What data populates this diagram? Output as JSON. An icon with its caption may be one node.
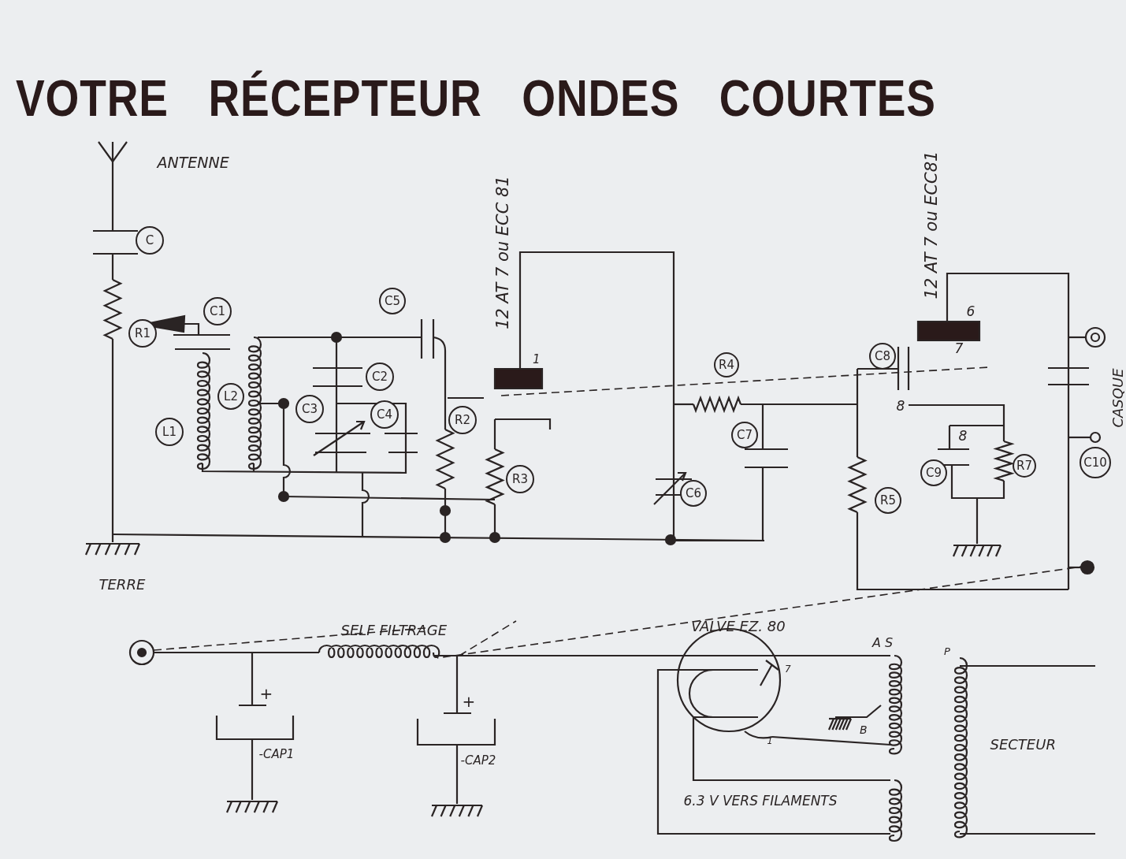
{
  "diagram": {
    "title": "VOTRE RÉCEPTEUR ONDES COURTES",
    "nodes": [
      {
        "text": [
          "C"
        ]
      },
      {
        "text": [
          "C1"
        ]
      },
      {
        "text": [
          "R1"
        ]
      },
      {
        "text": [
          "C5"
        ]
      },
      {
        "text": [
          "L2"
        ]
      },
      {
        "text": [
          "C2"
        ]
      },
      {
        "text": [
          "C3"
        ]
      },
      {
        "text": [
          "C4"
        ]
      },
      {
        "text": [
          "R2"
        ]
      },
      {
        "text": [
          "L1"
        ]
      },
      {
        "text": [
          "R3"
        ]
      },
      {
        "text": [
          "R4"
        ]
      },
      {
        "text": [
          "C8"
        ]
      },
      {
        "text": [
          "C7"
        ]
      },
      {
        "text": [
          "C6"
        ]
      },
      {
        "text": [
          "R7"
        ]
      },
      {
        "text": [
          "C9"
        ]
      },
      {
        "text": [
          "R5"
        ]
      },
      {
        "text": [
          "C10"
        ]
      }
    ],
    "labels": [
      "ANTENNE",
      "12 AT 7 ou ECC 81",
      "1",
      "12 AT 7 ou ECC81",
      "6",
      "7",
      "8",
      "8",
      "CASQUE",
      "TERRE",
      "SELF FILTRAGE",
      "VALVE EZ. 80",
      "7",
      "A S",
      "+",
      "+",
      "B",
      "P",
      "SECTEUR",
      "-CAP1",
      "-CAP2",
      "1",
      "6.3 V VERS FILAMENTS"
    ]
  }
}
